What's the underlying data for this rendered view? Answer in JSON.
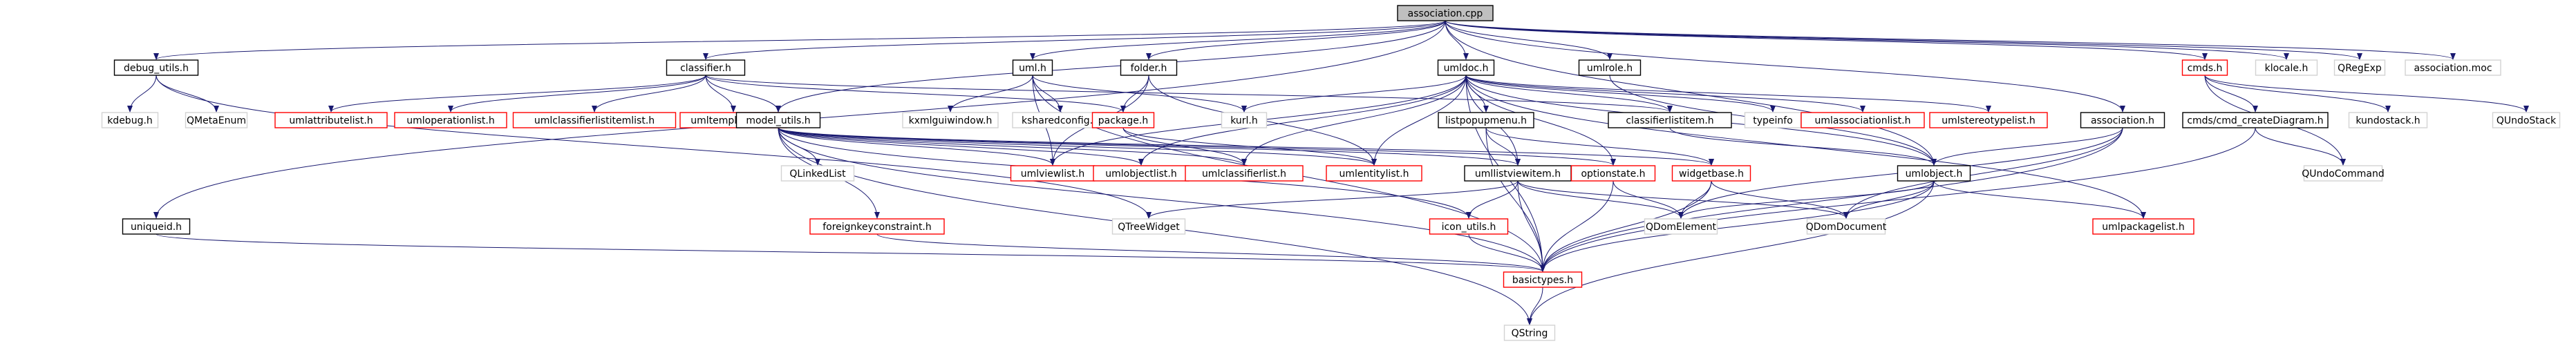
{
  "colors": {
    "background": "#ffffff",
    "root_fill": "#bfbfbf",
    "project_border": "#000000",
    "missing_border": "#ff0000",
    "system_border": "#d3d3d3",
    "edge": "#191970",
    "text": "#000000"
  },
  "nodes": [
    {
      "id": "association_cpp",
      "label": "association.cpp",
      "kind": "root"
    },
    {
      "id": "debug_utils_h",
      "label": "debug_utils.h",
      "kind": "project"
    },
    {
      "id": "classifier_h",
      "label": "classifier.h",
      "kind": "project"
    },
    {
      "id": "uml_h",
      "label": "uml.h",
      "kind": "project"
    },
    {
      "id": "folder_h",
      "label": "folder.h",
      "kind": "project"
    },
    {
      "id": "umldoc_h",
      "label": "umldoc.h",
      "kind": "project"
    },
    {
      "id": "umlrole_h",
      "label": "umlrole.h",
      "kind": "project"
    },
    {
      "id": "cmds_h",
      "label": "cmds.h",
      "kind": "missing"
    },
    {
      "id": "klocale_h",
      "label": "klocale.h",
      "kind": "system"
    },
    {
      "id": "qregexp",
      "label": "QRegExp",
      "kind": "system"
    },
    {
      "id": "association_moc",
      "label": "association.moc",
      "kind": "system"
    },
    {
      "id": "kdebug_h",
      "label": "kdebug.h",
      "kind": "system"
    },
    {
      "id": "qmetaenum",
      "label": "QMetaEnum",
      "kind": "system"
    },
    {
      "id": "umlattributelist_h",
      "label": "umlattributelist.h",
      "kind": "missing"
    },
    {
      "id": "umloperationlist_h",
      "label": "umloperationlist.h",
      "kind": "missing"
    },
    {
      "id": "umlclassifierlistitemlist_h",
      "label": "umlclassifierlistitemlist.h",
      "kind": "missing"
    },
    {
      "id": "umltemplatelist_h",
      "label": "umltemplatelist.h",
      "kind": "missing"
    },
    {
      "id": "model_utils_h",
      "label": "model_utils.h",
      "kind": "project"
    },
    {
      "id": "kxmlguiwindow_h",
      "label": "kxmlguiwindow.h",
      "kind": "system"
    },
    {
      "id": "ksharedconfig_h",
      "label": "ksharedconfig.h",
      "kind": "system"
    },
    {
      "id": "package_h",
      "label": "package.h",
      "kind": "missing"
    },
    {
      "id": "kurl_h",
      "label": "kurl.h",
      "kind": "system"
    },
    {
      "id": "listpopupmenu_h",
      "label": "listpopupmenu.h",
      "kind": "project"
    },
    {
      "id": "classifierlistitem_h",
      "label": "classifierlistitem.h",
      "kind": "project"
    },
    {
      "id": "typeinfo",
      "label": "typeinfo",
      "kind": "system"
    },
    {
      "id": "umlassociationlist_h",
      "label": "umlassociationlist.h",
      "kind": "missing"
    },
    {
      "id": "umlstereotypelist_h",
      "label": "umlstereotypelist.h",
      "kind": "missing"
    },
    {
      "id": "association_h",
      "label": "association.h",
      "kind": "project"
    },
    {
      "id": "cmds_cmd_creatediagram_h",
      "label": "cmds/cmd_createDiagram.h",
      "kind": "project"
    },
    {
      "id": "kundostack_h",
      "label": "kundostack.h",
      "kind": "system"
    },
    {
      "id": "qundostack",
      "label": "QUndoStack",
      "kind": "system"
    },
    {
      "id": "qlinkedlist",
      "label": "QLinkedList",
      "kind": "system"
    },
    {
      "id": "umlviewlist_h",
      "label": "umlviewlist.h",
      "kind": "missing"
    },
    {
      "id": "umlobjectlist_h",
      "label": "umlobjectlist.h",
      "kind": "missing"
    },
    {
      "id": "umlclassifierlist_h",
      "label": "umlclassifierlist.h",
      "kind": "missing"
    },
    {
      "id": "umlentitylist_h",
      "label": "umlentitylist.h",
      "kind": "missing"
    },
    {
      "id": "umllistviewitem_h",
      "label": "umllistviewitem.h",
      "kind": "project"
    },
    {
      "id": "optionstate_h",
      "label": "optionstate.h",
      "kind": "missing"
    },
    {
      "id": "widgetbase_h",
      "label": "widgetbase.h",
      "kind": "missing"
    },
    {
      "id": "umlobject_h",
      "label": "umlobject.h",
      "kind": "project"
    },
    {
      "id": "qundocommand",
      "label": "QUndoCommand",
      "kind": "system"
    },
    {
      "id": "uniqueid_h",
      "label": "uniqueid.h",
      "kind": "project"
    },
    {
      "id": "foreignkeyconstraint_h",
      "label": "foreignkeyconstraint.h",
      "kind": "missing"
    },
    {
      "id": "qtreewidget",
      "label": "QTreeWidget",
      "kind": "system"
    },
    {
      "id": "icon_utils_h",
      "label": "icon_utils.h",
      "kind": "missing"
    },
    {
      "id": "qdomelement",
      "label": "QDomElement",
      "kind": "system"
    },
    {
      "id": "qdomdocument",
      "label": "QDomDocument",
      "kind": "system"
    },
    {
      "id": "umlpackagelist_h",
      "label": "umlpackagelist.h",
      "kind": "missing"
    },
    {
      "id": "basictypes_h",
      "label": "basictypes.h",
      "kind": "missing"
    },
    {
      "id": "qstring",
      "label": "QString",
      "kind": "system"
    }
  ],
  "edges": [
    [
      "association_cpp",
      "debug_utils_h"
    ],
    [
      "association_cpp",
      "classifier_h"
    ],
    [
      "association_cpp",
      "uml_h"
    ],
    [
      "association_cpp",
      "folder_h"
    ],
    [
      "association_cpp",
      "umldoc_h"
    ],
    [
      "association_cpp",
      "umlrole_h"
    ],
    [
      "association_cpp",
      "cmds_h"
    ],
    [
      "association_cpp",
      "klocale_h"
    ],
    [
      "association_cpp",
      "qregexp"
    ],
    [
      "association_cpp",
      "association_moc"
    ],
    [
      "association_cpp",
      "association_h"
    ],
    [
      "association_cpp",
      "uniqueid_h"
    ],
    [
      "association_cpp",
      "model_utils_h"
    ],
    [
      "association_cpp",
      "umlobject_h"
    ],
    [
      "debug_utils_h",
      "kdebug_h"
    ],
    [
      "debug_utils_h",
      "qmetaenum"
    ],
    [
      "debug_utils_h",
      "qtreewidget"
    ],
    [
      "classifier_h",
      "umlattributelist_h"
    ],
    [
      "classifier_h",
      "umloperationlist_h"
    ],
    [
      "classifier_h",
      "umlclassifierlistitemlist_h"
    ],
    [
      "classifier_h",
      "umltemplatelist_h"
    ],
    [
      "classifier_h",
      "model_utils_h"
    ],
    [
      "classifier_h",
      "package_h"
    ],
    [
      "classifier_h",
      "classifierlistitem_h"
    ],
    [
      "uml_h",
      "kxmlguiwindow_h"
    ],
    [
      "uml_h",
      "ksharedconfig_h"
    ],
    [
      "uml_h",
      "kurl_h"
    ],
    [
      "uml_h",
      "umlviewlist_h"
    ],
    [
      "uml_h",
      "basictypes_h"
    ],
    [
      "folder_h",
      "package_h"
    ],
    [
      "folder_h",
      "umlviewlist_h"
    ],
    [
      "folder_h",
      "umlentitylist_h"
    ],
    [
      "umldoc_h",
      "kurl_h"
    ],
    [
      "umldoc_h",
      "listpopupmenu_h"
    ],
    [
      "umldoc_h",
      "classifierlistitem_h"
    ],
    [
      "umldoc_h",
      "typeinfo"
    ],
    [
      "umldoc_h",
      "umlassociationlist_h"
    ],
    [
      "umldoc_h",
      "umlstereotypelist_h"
    ],
    [
      "umldoc_h",
      "umlviewlist_h"
    ],
    [
      "umldoc_h",
      "umlobjectlist_h"
    ],
    [
      "umldoc_h",
      "umlclassifierlist_h"
    ],
    [
      "umldoc_h",
      "umlentitylist_h"
    ],
    [
      "umldoc_h",
      "umllistviewitem_h"
    ],
    [
      "umldoc_h",
      "optionstate_h"
    ],
    [
      "umldoc_h",
      "umlobject_h"
    ],
    [
      "umldoc_h",
      "umlpackagelist_h"
    ],
    [
      "umldoc_h",
      "basictypes_h"
    ],
    [
      "umlrole_h",
      "umlobject_h"
    ],
    [
      "cmds_h",
      "cmds_cmd_creatediagram_h"
    ],
    [
      "cmds_h",
      "kundostack_h"
    ],
    [
      "cmds_h",
      "qundostack"
    ],
    [
      "cmds_h",
      "qundocommand"
    ],
    [
      "cmds_cmd_creatediagram_h",
      "qundocommand"
    ],
    [
      "cmds_cmd_creatediagram_h",
      "basictypes_h"
    ],
    [
      "model_utils_h",
      "qlinkedlist"
    ],
    [
      "model_utils_h",
      "umlviewlist_h"
    ],
    [
      "model_utils_h",
      "umlobjectlist_h"
    ],
    [
      "model_utils_h",
      "umlclassifierlist_h"
    ],
    [
      "model_utils_h",
      "umlentitylist_h"
    ],
    [
      "model_utils_h",
      "umllistviewitem_h"
    ],
    [
      "model_utils_h",
      "optionstate_h"
    ],
    [
      "model_utils_h",
      "widgetbase_h"
    ],
    [
      "model_utils_h",
      "foreignkeyconstraint_h"
    ],
    [
      "model_utils_h",
      "icon_utils_h"
    ],
    [
      "model_utils_h",
      "basictypes_h"
    ],
    [
      "model_utils_h",
      "qstring"
    ],
    [
      "package_h",
      "umlclassifierlist_h"
    ],
    [
      "package_h",
      "umlentitylist_h"
    ],
    [
      "listpopupmenu_h",
      "umllistviewitem_h"
    ],
    [
      "listpopupmenu_h",
      "widgetbase_h"
    ],
    [
      "listpopupmenu_h",
      "basictypes_h"
    ],
    [
      "classifierlistitem_h",
      "umlobject_h"
    ],
    [
      "association_h",
      "umlobject_h"
    ],
    [
      "association_h",
      "qdomdocument"
    ],
    [
      "association_h",
      "qdomelement"
    ],
    [
      "association_h",
      "basictypes_h"
    ],
    [
      "umllistviewitem_h",
      "qtreewidget"
    ],
    [
      "umllistviewitem_h",
      "icon_utils_h"
    ],
    [
      "umllistviewitem_h",
      "qdomelement"
    ],
    [
      "umllistviewitem_h",
      "qdomdocument"
    ],
    [
      "umllistviewitem_h",
      "basictypes_h"
    ],
    [
      "optionstate_h",
      "qdomelement"
    ],
    [
      "optionstate_h",
      "basictypes_h"
    ],
    [
      "widgetbase_h",
      "qdomelement"
    ],
    [
      "widgetbase_h",
      "qdomdocument"
    ],
    [
      "widgetbase_h",
      "basictypes_h"
    ],
    [
      "umlobject_h",
      "qdomelement"
    ],
    [
      "umlobject_h",
      "qdomdocument"
    ],
    [
      "umlobject_h",
      "umlpackagelist_h"
    ],
    [
      "umlobject_h",
      "basictypes_h"
    ],
    [
      "umlobject_h",
      "qstring"
    ],
    [
      "uniqueid_h",
      "basictypes_h"
    ],
    [
      "foreignkeyconstraint_h",
      "basictypes_h"
    ],
    [
      "icon_utils_h",
      "basictypes_h"
    ],
    [
      "basictypes_h",
      "qstring"
    ]
  ]
}
